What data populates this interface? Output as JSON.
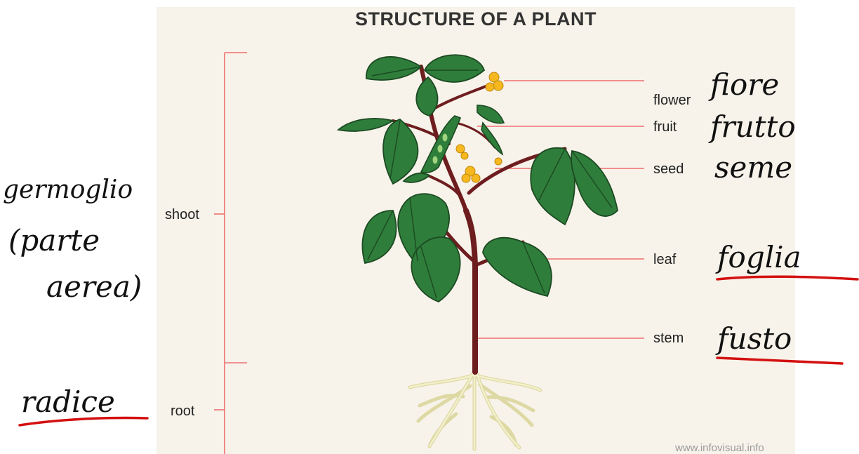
{
  "title": "STRUCTURE OF A PLANT",
  "labels": {
    "flower": "flower",
    "fruit": "fruit",
    "seed": "seed",
    "leaf": "leaf",
    "stem": "stem",
    "shoot": "shoot",
    "root": "root"
  },
  "handwritten": {
    "fiore": "fiore",
    "frutto": "frutto",
    "seme": "seme",
    "foglia": "foglia",
    "fusto": "fusto",
    "germoglio": "germoglio",
    "parte": "(parte",
    "aerea": "aerea)",
    "radice": "radice"
  },
  "watermark": "www.infovisual.info",
  "colors": {
    "poster_bg": "#f7f3ea",
    "leader_line": "#ef6f6f",
    "leaf": "#2f7d3b",
    "leaf_vein": "#1c4a22",
    "stem": "#6e1d1f",
    "flower": "#f5b81f",
    "root": "#f1eec2",
    "ink": "#111111",
    "underline": "#d41010"
  }
}
